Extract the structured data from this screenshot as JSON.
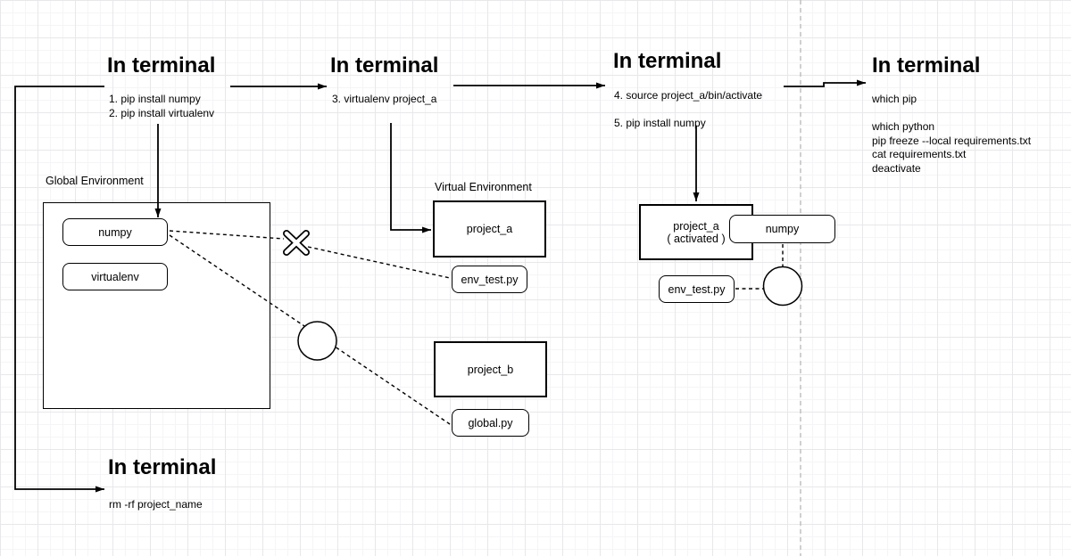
{
  "terminals": [
    {
      "title": "In terminal",
      "commands": [
        "1. pip install numpy",
        "2. pip install virtualenv"
      ]
    },
    {
      "title": "In terminal",
      "commands": [
        "3. virtualenv project_a"
      ]
    },
    {
      "title": "In terminal",
      "commands": [
        "4. source project_a/bin/activate",
        "",
        "5. pip install numpy"
      ]
    },
    {
      "title": "In terminal",
      "commands": [
        "which pip",
        "",
        "which python",
        "pip freeze --local requirements.txt",
        "cat requirements.txt",
        "deactivate"
      ]
    },
    {
      "title": "In terminal",
      "commands": [
        "rm -rf project_name"
      ]
    }
  ],
  "labels": {
    "global_environment": "Global Environment",
    "virtual_environment": "Virtual Environment"
  },
  "global_packages": [
    "numpy",
    "virtualenv"
  ],
  "boxes": {
    "project_a": "project_a",
    "env_test_left": "env_test.py",
    "project_b": "project_b",
    "global_py": "global.py",
    "project_a_activated": {
      "line1": "project_a",
      "line2": "( activated )"
    },
    "numpy_installed": "numpy",
    "env_test_right": "env_test.py"
  },
  "colors": {
    "stroke": "#000000",
    "divider": "#b5b5b5",
    "grid_minor": "#f5f5f7",
    "grid_major": "#e8e8eb",
    "background": "#ffffff"
  }
}
